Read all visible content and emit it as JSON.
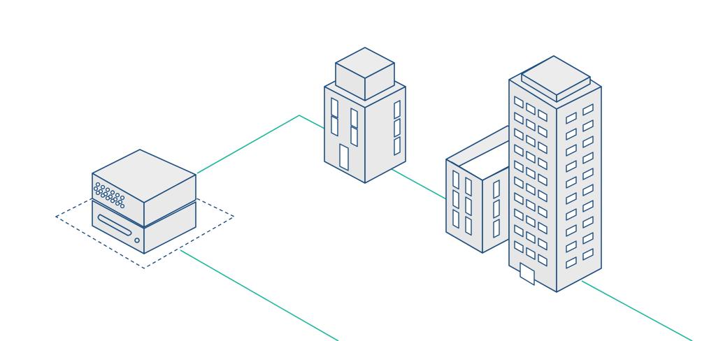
{
  "colors": {
    "ink": "#1d4e7f",
    "link": "#1fb89c",
    "face_top": "#ececec",
    "face_left": "#e6e6e6",
    "face_right": "#e9e9e9",
    "background": "#ffffff"
  },
  "nodes": [
    {
      "name": "server",
      "icon": "server-rack-icon"
    },
    {
      "name": "office",
      "icon": "office-building-icon"
    },
    {
      "name": "warehouse",
      "icon": "low-rise-building-icon"
    },
    {
      "name": "tower",
      "icon": "tower-building-icon"
    }
  ],
  "links": [
    {
      "from": "server",
      "to": "office"
    },
    {
      "from": "office",
      "to": "warehouse"
    },
    {
      "from": "server",
      "to": "bottom-edge"
    },
    {
      "from": "tower",
      "to": "right-edge"
    }
  ]
}
